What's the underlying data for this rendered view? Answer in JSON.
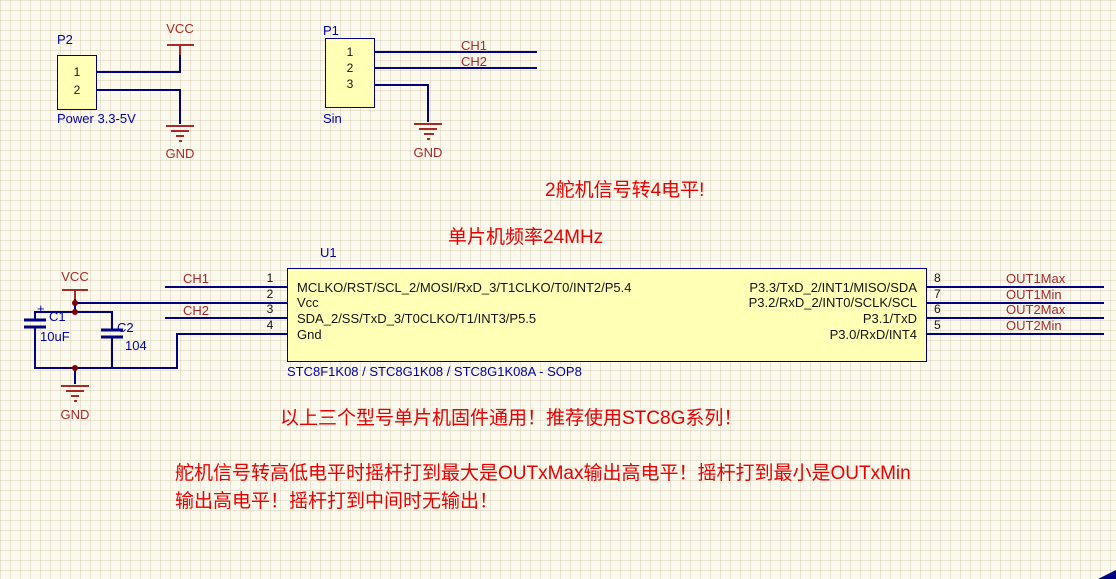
{
  "colors": {
    "wire": "#000080",
    "component_fill": "#FFFFB5",
    "component_border": "#000080",
    "net_label": "#A52A2A",
    "annotation": "#E60000",
    "designator_text": "#0000A8",
    "background": "#FBF8EE"
  },
  "annotations": {
    "servo_note": "2舵机信号转4电平!",
    "freq_note": "单片机频率24MHz",
    "firmware_note": "以上三个型号单片机固件通用！推荐使用STC8G系列！",
    "behavior_note_line1": "舵机信号转高低电平时摇杆打到最大是OUTxMax输出高电平！摇杆打到最小是OUTxMin",
    "behavior_note_line2": "输出高电平！摇杆打到中间时无输出！"
  },
  "power_connector": {
    "designator": "P2",
    "comment": "Power 3.3-5V",
    "pins": [
      "1",
      "2"
    ],
    "vcc": "VCC",
    "gnd": "GND"
  },
  "signal_connector": {
    "designator": "P1",
    "comment": "Sin",
    "pins": [
      "1",
      "2",
      "3"
    ],
    "ch1": "CH1",
    "ch2": "CH2",
    "gnd": "GND"
  },
  "mcu": {
    "designator": "U1",
    "comment": "STC8F1K08 / STC8G1K08 / STC8G1K08A - SOP8",
    "left_nets": {
      "ch1": "CH1",
      "ch2": "CH2",
      "vcc": "VCC",
      "gnd": "GND"
    },
    "left_pins": [
      {
        "num": "1",
        "name": "MCLKO/RST/SCL_2/MOSI/RxD_3/T1CLKO/T0/INT2/P5.4"
      },
      {
        "num": "2",
        "name": "Vcc"
      },
      {
        "num": "3",
        "name": "SDA_2/SS/TxD_3/T0CLKO/T1/INT3/P5.5"
      },
      {
        "num": "4",
        "name": "Gnd"
      }
    ],
    "right_pins": [
      {
        "num": "8",
        "name": "P3.3/TxD_2/INT1/MISO/SDA",
        "net": "OUT1Max"
      },
      {
        "num": "7",
        "name": "P3.2/RxD_2/INT0/SCLK/SCL",
        "net": "OUT1Min"
      },
      {
        "num": "6",
        "name": "P3.1/TxD",
        "net": "OUT2Max"
      },
      {
        "num": "5",
        "name": "P3.0/RxD/INT4",
        "net": "OUT2Min"
      }
    ]
  },
  "capacitors": {
    "c1": {
      "designator": "C1",
      "value": "10uF",
      "polarity_mark": "+"
    },
    "c2": {
      "designator": "C2",
      "value": "104"
    }
  }
}
